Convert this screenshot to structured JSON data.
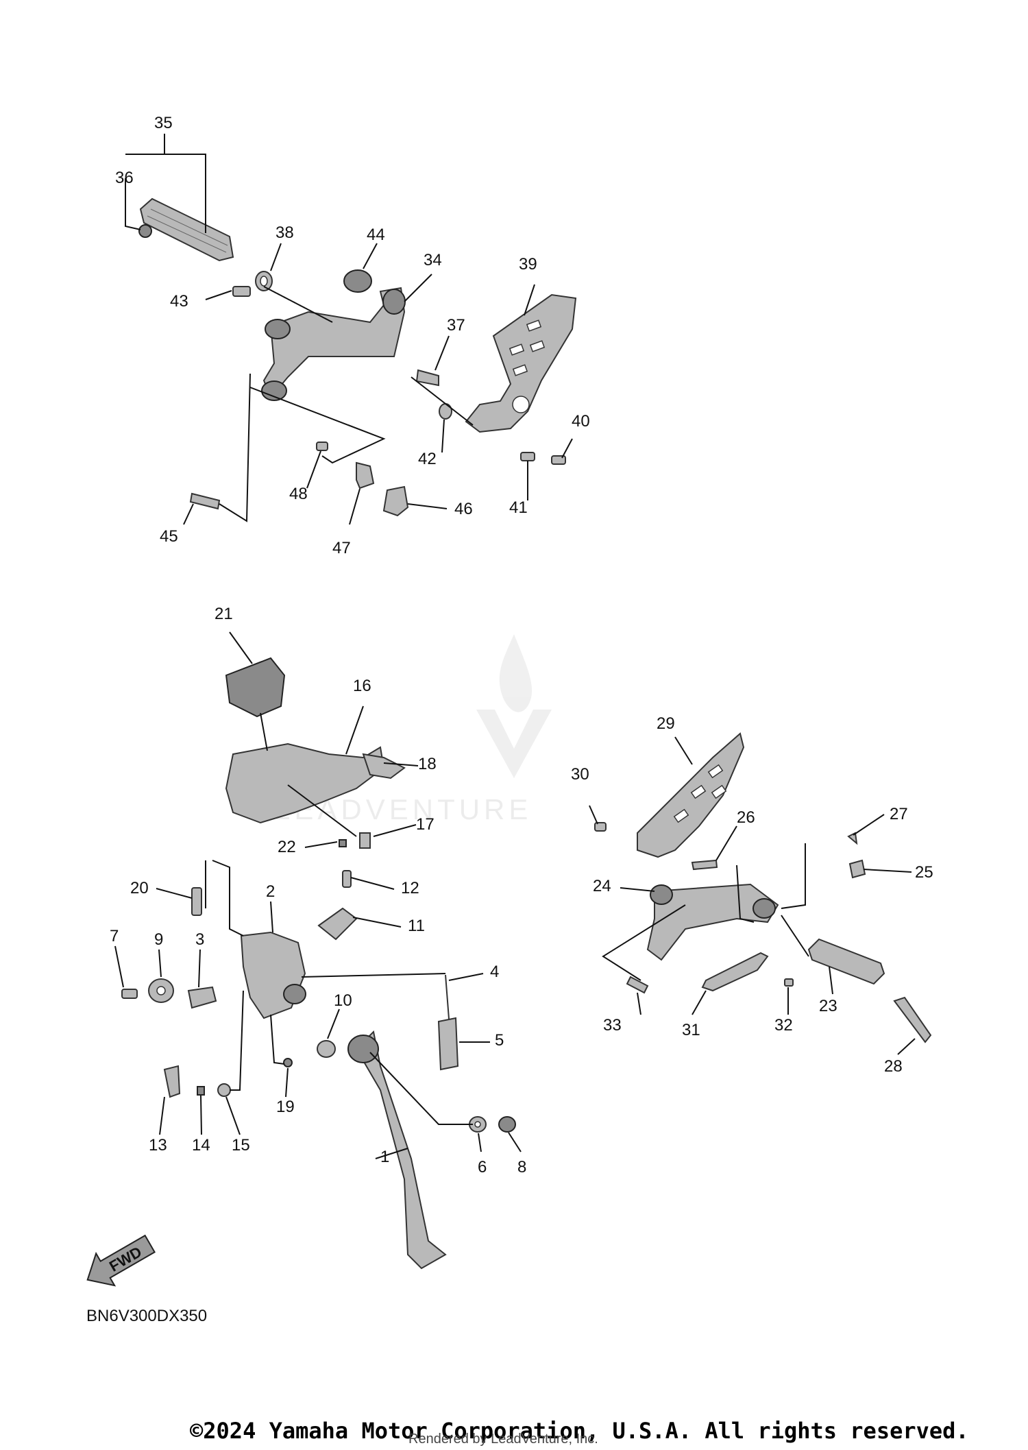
{
  "diagram": {
    "callouts": [
      "1",
      "2",
      "3",
      "4",
      "5",
      "6",
      "7",
      "8",
      "9",
      "10",
      "11",
      "12",
      "13",
      "14",
      "15",
      "16",
      "17",
      "18",
      "19",
      "20",
      "21",
      "22",
      "23",
      "24",
      "25",
      "26",
      "27",
      "28",
      "29",
      "30",
      "31",
      "32",
      "33",
      "34",
      "35",
      "36",
      "37",
      "38",
      "39",
      "40",
      "41",
      "42",
      "43",
      "44",
      "45",
      "46",
      "47",
      "48"
    ],
    "direction_label": "FWD",
    "diagram_code": "BN6V300DX350",
    "watermark": "LEADVENTURE",
    "copyright": "©2024 Yamaha Motor Corporation, U.S.A. All rights reserved.",
    "rendered_by": "Rendered by LeadVenture, Inc."
  }
}
